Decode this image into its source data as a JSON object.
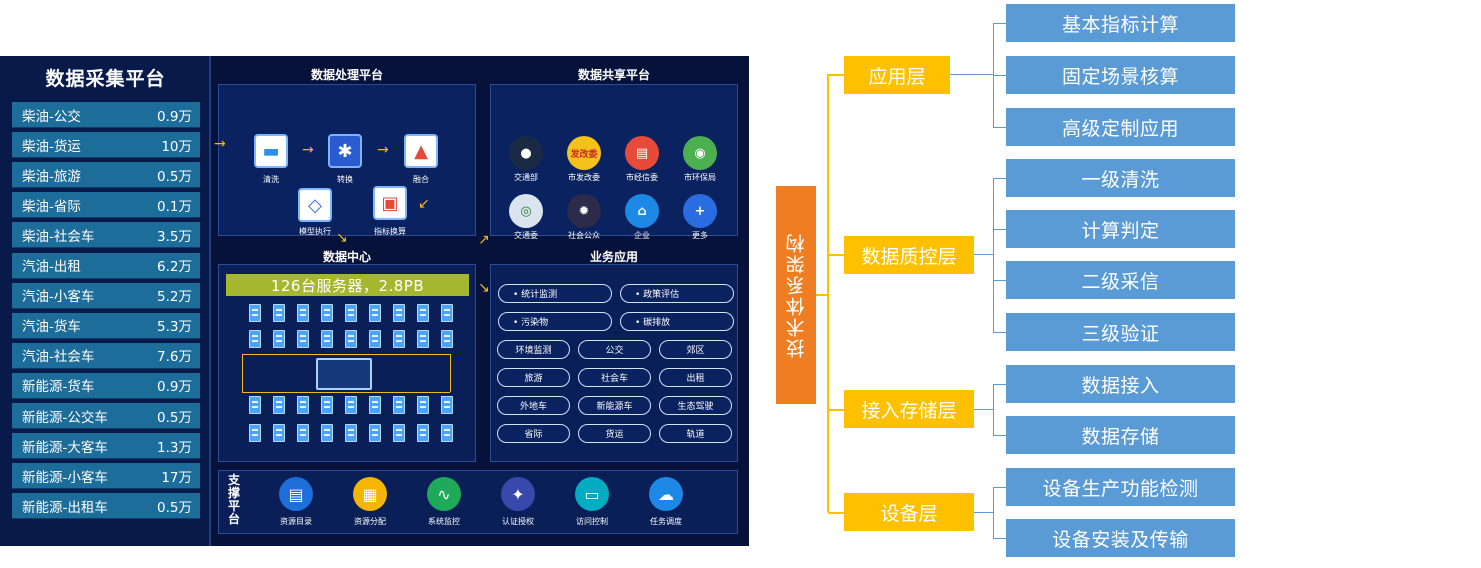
{
  "collect": {
    "title": "数据采集平台",
    "rows": [
      {
        "name": "柴油-公交",
        "value": "0.9万"
      },
      {
        "name": "柴油-货运",
        "value": "10万"
      },
      {
        "name": "柴油-旅游",
        "value": "0.5万"
      },
      {
        "name": "柴油-省际",
        "value": "0.1万"
      },
      {
        "name": "柴油-社会车",
        "value": "3.5万"
      },
      {
        "name": "汽油-出租",
        "value": "6.2万"
      },
      {
        "name": "汽油-小客车",
        "value": "5.2万"
      },
      {
        "name": "汽油-货车",
        "value": "5.3万"
      },
      {
        "name": "汽油-社会车",
        "value": "7.6万"
      },
      {
        "name": "新能源-货车",
        "value": "0.9万"
      },
      {
        "name": "新能源-公交车",
        "value": "0.5万"
      },
      {
        "name": "新能源-大客车",
        "value": "1.3万"
      },
      {
        "name": "新能源-小客车",
        "value": "17万"
      },
      {
        "name": "新能源-出租车",
        "value": "0.5万"
      }
    ]
  },
  "processing": {
    "title": "数据处理平台",
    "steps": [
      "清洗",
      "转换",
      "融合",
      "模型执行",
      "指标换算"
    ]
  },
  "sharing": {
    "title": "数据共享平台",
    "badge": "发改委",
    "orgs": [
      "交通部",
      "市发改委",
      "市经信委",
      "市环保局",
      "交通委",
      "社会公众",
      "企业",
      "更多"
    ]
  },
  "datacenter": {
    "title": "数据中心",
    "banner": "126台服务器，2.8PB"
  },
  "business": {
    "title": "业务应用",
    "wide": [
      "• 统计监测",
      "• 政策评估",
      "• 污染物",
      "• 碳排放"
    ],
    "small": [
      "环境监测",
      "公交",
      "郊区",
      "旅游",
      "社会车",
      "出租",
      "外地车",
      "新能源车",
      "生态驾驶",
      "省际",
      "货运",
      "轨道"
    ]
  },
  "support": {
    "label": "支撑平台",
    "items": [
      "资源目录",
      "资源分配",
      "系统监控",
      "认证授权",
      "访问控制",
      "任务调度"
    ]
  },
  "tree": {
    "root": "技术体系架构",
    "layers": [
      {
        "label": "应用层",
        "leaves": [
          "基本指标计算",
          "固定场景核算",
          "高级定制应用"
        ]
      },
      {
        "label": "数据质控层",
        "leaves": [
          "一级清洗",
          "计算判定",
          "二级采信",
          "三级验证"
        ]
      },
      {
        "label": "接入存储层",
        "leaves": [
          "数据接入",
          "数据存储"
        ]
      },
      {
        "label": "设备层",
        "leaves": [
          "设备生产功能检测",
          "设备安装及传输"
        ]
      }
    ]
  }
}
